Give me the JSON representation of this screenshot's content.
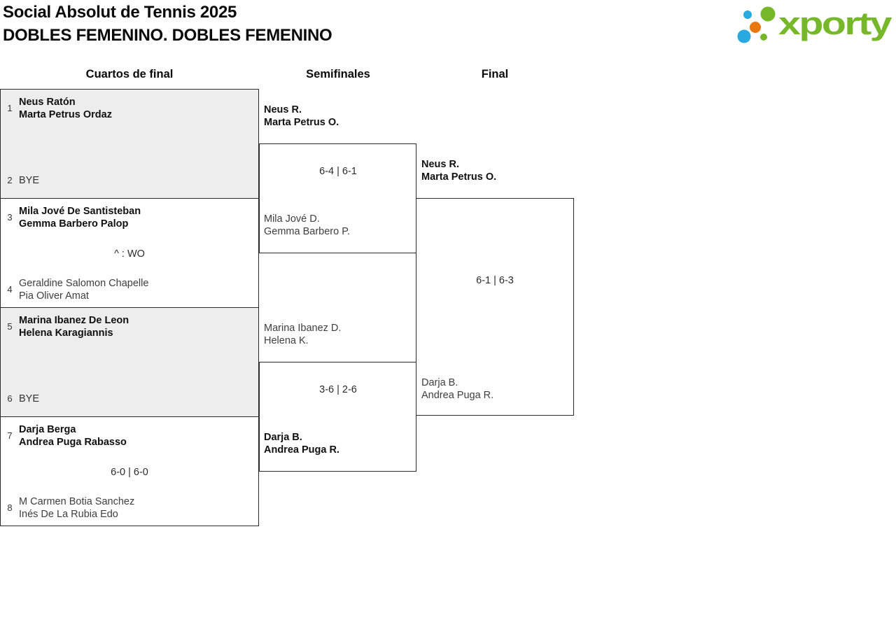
{
  "header": {
    "title": "Social Absolut de Tennis 2025",
    "subtitle": "DOBLES FEMENINO. DOBLES FEMENINO"
  },
  "logo": {
    "text": "xporty",
    "green": "#76b82a",
    "blue": "#29a9e0",
    "orange": "#e87711"
  },
  "rounds": [
    "Cuartos de final",
    "Semifinales",
    "Final"
  ],
  "colors": {
    "shaded_box": "#ededed",
    "border": "#2b2b2b",
    "winner_text": "#101010",
    "loser_text": "#3e3e3e"
  },
  "qf": [
    {
      "seed1": "1",
      "team1": [
        "Neus Ratón",
        "Marta Petrus Ordaz"
      ],
      "score": "",
      "seed2": "2",
      "team2": [
        "BYE"
      ]
    },
    {
      "seed1": "3",
      "team1": [
        "Mila Jové De Santisteban",
        "Gemma Barbero Palop"
      ],
      "score": "^ : WO",
      "seed2": "4",
      "team2": [
        "Geraldine Salomon Chapelle",
        "Pia Oliver Amat"
      ]
    },
    {
      "seed1": "5",
      "team1": [
        "Marina Ibanez De Leon",
        "Helena Karagiannis"
      ],
      "score": "",
      "seed2": "6",
      "team2": [
        "BYE"
      ]
    },
    {
      "seed1": "7",
      "team1": [
        "Darja Berga",
        "Andrea Puga Rabasso"
      ],
      "score": "6-0 | 6-0",
      "seed2": "8",
      "team2": [
        "M Carmen Botia Sanchez",
        "Inés De La Rubia Edo"
      ]
    }
  ],
  "sf": [
    {
      "team1": [
        "Neus R.",
        "Marta Petrus O."
      ],
      "score": "6-4 | 6-1",
      "team2": [
        "Mila Jové D.",
        "Gemma Barbero P."
      ]
    },
    {
      "team1": [
        "Marina Ibanez D.",
        "Helena K."
      ],
      "score": "3-6 | 2-6",
      "team2": [
        "Darja B.",
        "Andrea Puga R."
      ]
    }
  ],
  "final": {
    "team1": [
      "Neus R.",
      "Marta Petrus O."
    ],
    "score": "6-1 | 6-3",
    "team2": [
      "Darja B.",
      "Andrea Puga R."
    ]
  }
}
